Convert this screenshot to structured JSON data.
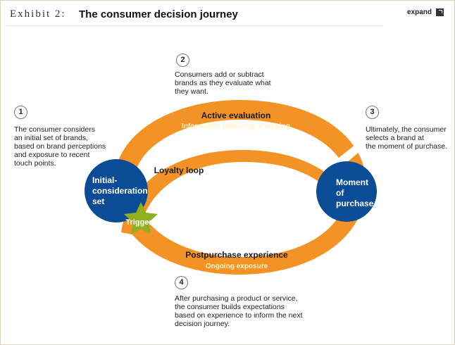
{
  "header": {
    "exhibit_label": "Exhibit 2:",
    "title": "The consumer decision journey",
    "expand_label": "expand"
  },
  "colors": {
    "orange": "#F39325",
    "blue": "#0B4C97",
    "green": "#8FB020",
    "white_text": "#FFFFFF",
    "subtitle_text": "#FFF4C8"
  },
  "diagram": {
    "steps": [
      {
        "number": "1",
        "lines": [
          "The consumer considers",
          "an initial set of brands,",
          "based on brand perceptions",
          "and exposure to recent",
          "touch points."
        ]
      },
      {
        "number": "2",
        "lines": [
          "Consumers add or subtract",
          "brands as they evaluate what",
          "they want."
        ]
      },
      {
        "number": "3",
        "lines": [
          "Ultimately, the consumer",
          "selects a brand at",
          "the moment of purchase."
        ]
      },
      {
        "number": "4",
        "lines": [
          "After purchasing a product or service,",
          "the consumer builds expectations",
          "based on experience to inform the next",
          "decision journey."
        ]
      }
    ],
    "active_evaluation": {
      "title": "Active evaluation",
      "subtitle": "Information gathering, shopping"
    },
    "postpurchase": {
      "title": "Postpurchase experience",
      "subtitle": "Ongoing exposure"
    },
    "loyalty_loop": "Loyalty loop",
    "initial_consideration": [
      "Initial-",
      "consideration",
      "set"
    ],
    "moment_of_purchase": [
      "Moment",
      "of",
      "purchase"
    ],
    "trigger": "Trigger"
  }
}
